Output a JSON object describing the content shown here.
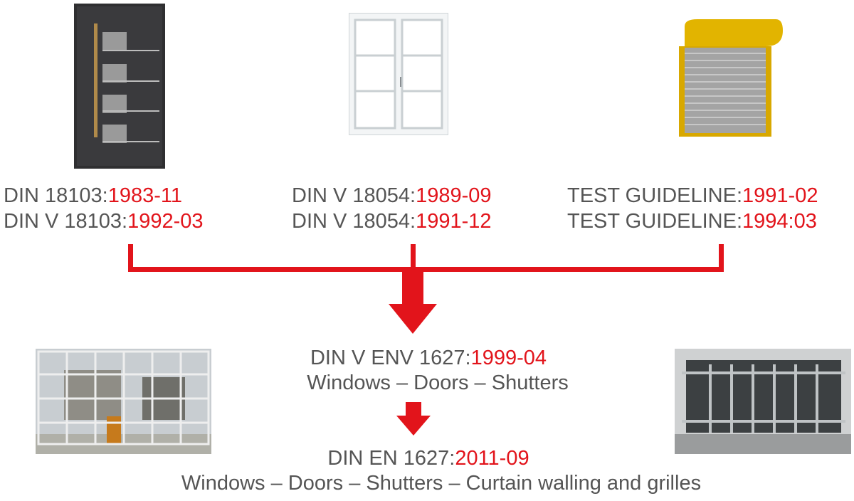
{
  "colors": {
    "accent_red": "#e2141b",
    "text_gray": "#555555"
  },
  "images": [
    {
      "name": "door-image",
      "icon": "entrance-door-icon"
    },
    {
      "name": "window-image",
      "icon": "double-casement-window-icon"
    },
    {
      "name": "shutter-image",
      "icon": "roller-shutter-icon"
    },
    {
      "name": "curtain-wall-image",
      "icon": "glass-facade-icon"
    },
    {
      "name": "grille-image",
      "icon": "window-grille-icon"
    }
  ],
  "standards": {
    "doors": [
      {
        "label": "DIN 18103:",
        "date": "1983-11"
      },
      {
        "label": "DIN V 18103:",
        "date": "1992-03"
      }
    ],
    "windows": [
      {
        "label": "DIN V 18054:",
        "date": "1989-09"
      },
      {
        "label": "DIN V 18054:",
        "date": "1991-12"
      }
    ],
    "shutters": [
      {
        "label": "TEST GUIDELINE:",
        "date": "1991-02"
      },
      {
        "label": "TEST GUIDELINE:",
        "date": "1994:03"
      }
    ]
  },
  "env": {
    "label": "DIN V ENV 1627:",
    "date": "1999-04",
    "scope": "Windows – Doors – Shutters"
  },
  "en": {
    "label": "DIN EN 1627:",
    "date": "2011-09",
    "scope": "Windows – Doors – Shutters – Curtain walling and grilles"
  }
}
